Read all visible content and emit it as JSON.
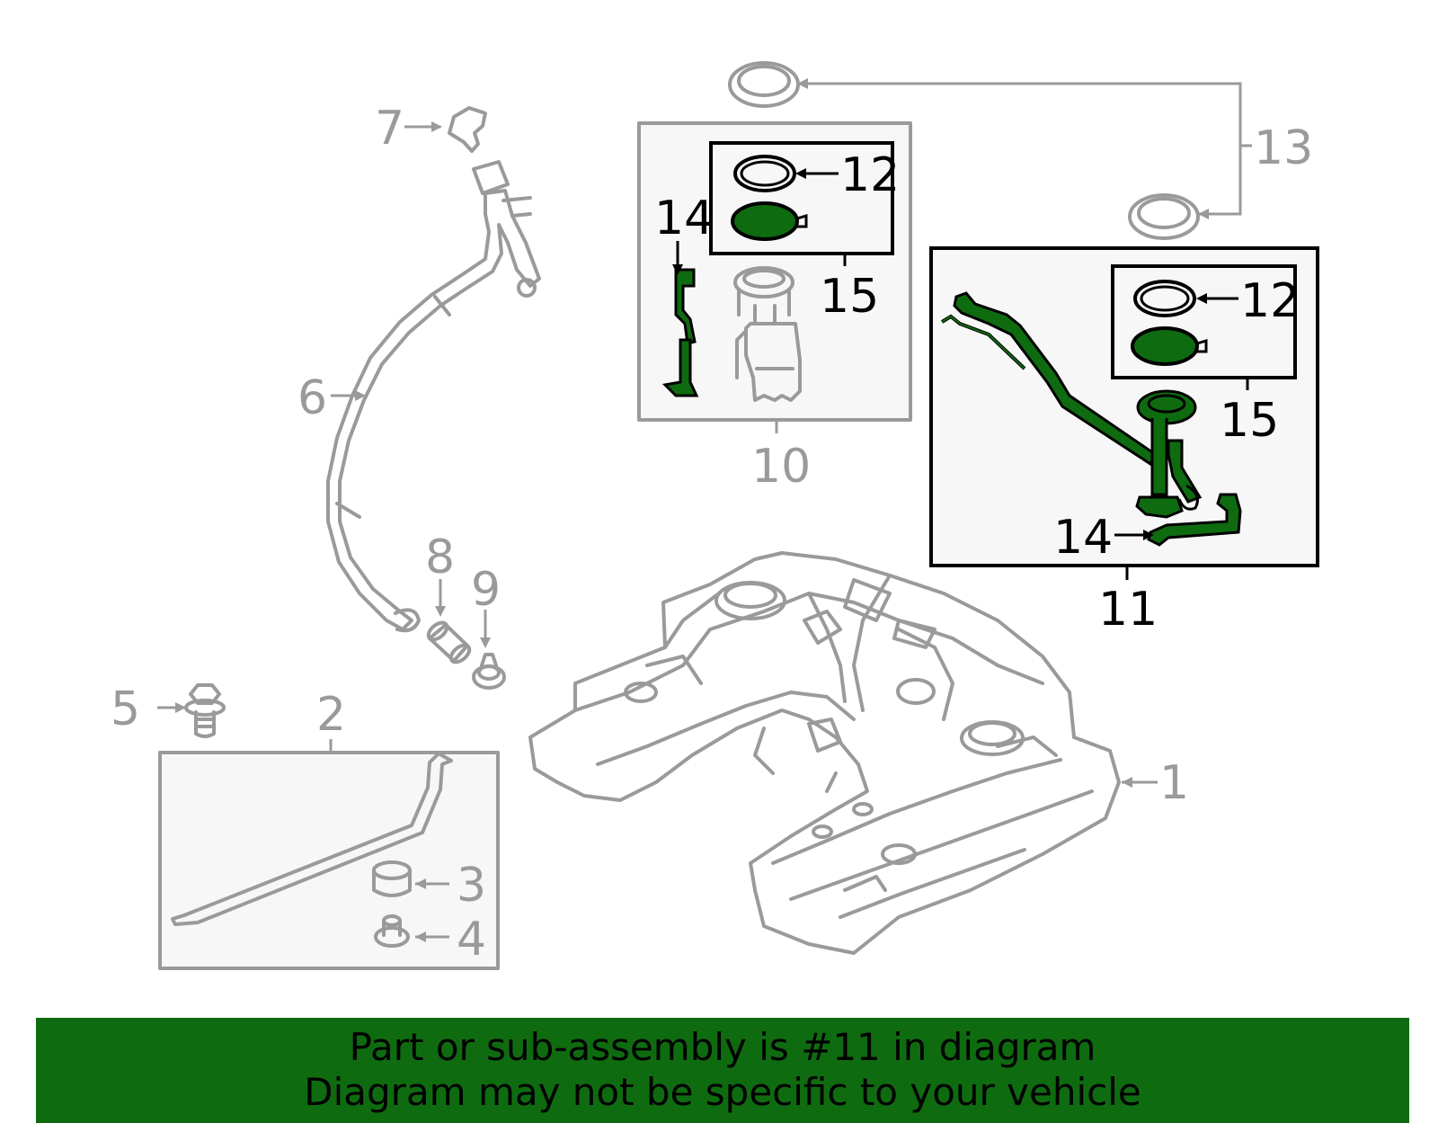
{
  "colors": {
    "highlight_green": "#0f6b10",
    "part_gray": "#9a9a9a",
    "panel_fill": "#f7f7f7",
    "banner_bg": "#0f6b10"
  },
  "callouts": {
    "n1": "1",
    "n2": "2",
    "n3": "3",
    "n4": "4",
    "n5": "5",
    "n6": "6",
    "n7": "7",
    "n8": "8",
    "n9": "9",
    "n10": "10",
    "n11": "11",
    "n12a": "12",
    "n12b": "12",
    "n13": "13",
    "n14a": "14",
    "n14b": "14",
    "n15a": "15",
    "n15b": "15"
  },
  "highlighted_part": "11",
  "banner": {
    "line1": "Part or sub-assembly is #11 in diagram",
    "line2": "Diagram may not be specific to your vehicle"
  }
}
